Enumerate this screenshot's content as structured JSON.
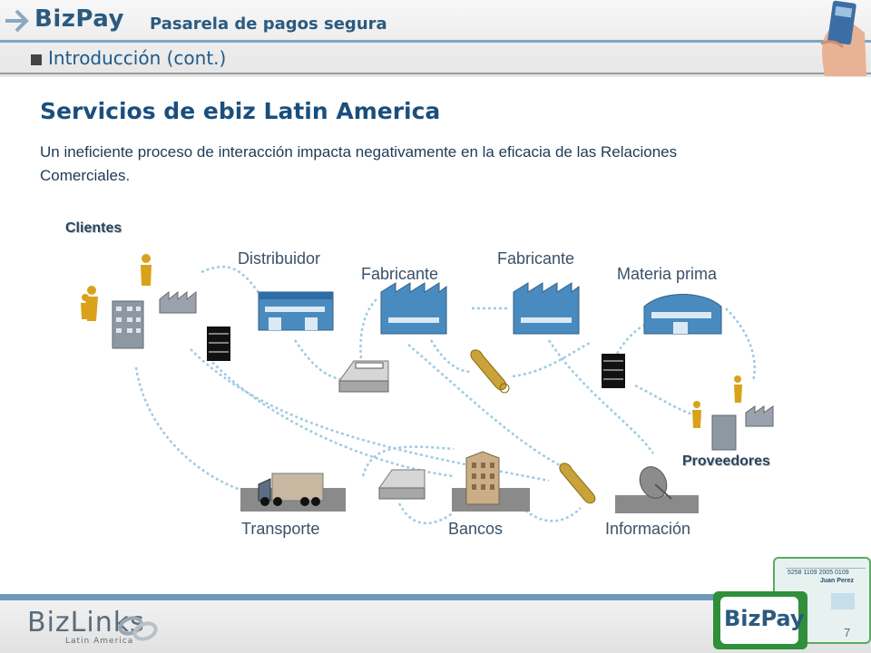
{
  "header": {
    "brand": "BizPay",
    "tagline": "Pasarela de pagos segura",
    "section": "Introducción (cont.)"
  },
  "slide": {
    "title": "Servicios de ebiz Latin America",
    "body": "Un ineficiente proceso de interacción impacta negativamente en la eficacia de las Relaciones Comerciales."
  },
  "diagram": {
    "clientes": "Clientes",
    "proveedores": "Proveedores",
    "distribuidor": "Distribuidor",
    "fabricante_1": "Fabricante",
    "fabricante_2": "Fabricante",
    "materia_prima": "Materia prima",
    "transporte": "Transporte",
    "bancos": "Bancos",
    "informacion": "Información"
  },
  "footer": {
    "logo_bizlinks": "BizLinks",
    "logo_sub": "Latin America",
    "card_number": "5258 1109 2005 0109",
    "card_name": "Juan Perez",
    "card_brand": "BizPay",
    "page_number": "7"
  },
  "colors": {
    "primary": "#2b5a7f",
    "accent_blue": "#4a8bbf",
    "card_green": "#2f8f3a"
  }
}
